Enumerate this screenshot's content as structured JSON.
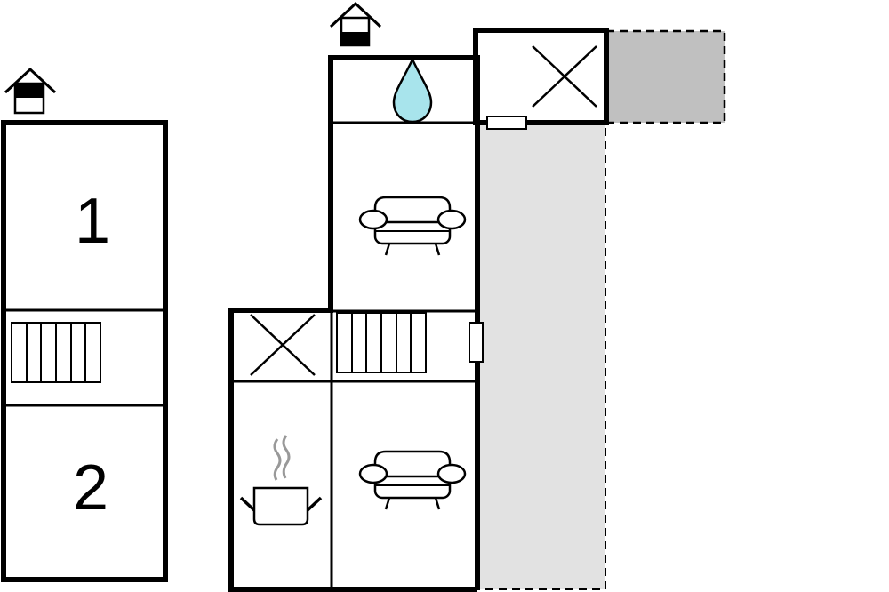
{
  "floors": [
    {
      "name": "upper-floor",
      "icon": "house-upper-floor-icon",
      "rooms": [
        {
          "kind": "bedroom",
          "label": "1"
        },
        {
          "kind": "stairs"
        },
        {
          "kind": "bedroom",
          "label": "2"
        }
      ]
    },
    {
      "name": "ground-floor",
      "icon": "house-ground-floor-icon",
      "rooms": [
        {
          "kind": "bathroom",
          "icon": "water-drop-icon"
        },
        {
          "kind": "living-room",
          "icon": "sofa-icon"
        },
        {
          "kind": "storage",
          "icon": "cross-icon"
        },
        {
          "kind": "stairs"
        },
        {
          "kind": "kitchen",
          "icon": "cooking-pot-icon"
        },
        {
          "kind": "living-room",
          "icon": "sofa-icon"
        },
        {
          "kind": "storage",
          "icon": "cross-icon"
        }
      ]
    }
  ],
  "colors": {
    "wall": "#000000",
    "water": "#a8e4ec",
    "terrace": "#e2e2e2",
    "covered-terrace": "#c0c0c0",
    "steam": "#999999"
  }
}
